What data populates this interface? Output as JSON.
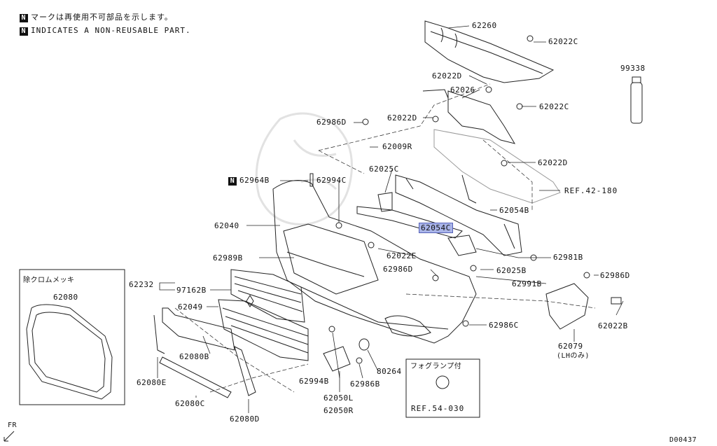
{
  "notes": {
    "jp": "マークは再使用不可部品を示します。",
    "en": "INDICATES A NON-REUSABLE PART.",
    "badge": "N"
  },
  "labels": {
    "p62260": "62260",
    "p62022C_a": "62022C",
    "p99338": "99338",
    "p62022D_a": "62022D",
    "p62026": "62026",
    "p62022C_b": "62022C",
    "p62986D_a": "62986D",
    "p62022D_b": "62022D",
    "p62009R": "62009R",
    "p62022D_c": "62022D",
    "p62025C": "62025C",
    "p62964B": "62964B",
    "p62994C": "62994C",
    "ref42": "REF.42-180",
    "p62054B": "62054B",
    "p62040": "62040",
    "p62054C": "62054C",
    "p62022E": "62022E",
    "p62981B": "62981B",
    "p62989B": "62989B",
    "p62986D_b": "62986D",
    "p62025B": "62025B",
    "p62986D_c": "62986D",
    "p62232": "62232",
    "p97162B": "97162B",
    "p62991B": "62991B",
    "p62049": "62049",
    "p62986C": "62986C",
    "p62022B": "62022B",
    "p62079": "62079",
    "p62079sub": "(LHのみ)",
    "p62080B": "62080B",
    "p62994B": "62994B",
    "p80264": "80264",
    "p62986B": "62986B",
    "p62080E": "62080E",
    "p62050L": "62050L",
    "p62050R": "62050R",
    "p62080C": "62080C",
    "p62080D": "62080D",
    "p62080": "62080",
    "chromeBox": "除クロムメッキ",
    "fogBox": "フォグランプ付",
    "ref54": "REF.54-030",
    "fr": "FR",
    "code": "D00437"
  },
  "colors": {
    "line": "#222222",
    "highlight": "#a9b4e8"
  }
}
